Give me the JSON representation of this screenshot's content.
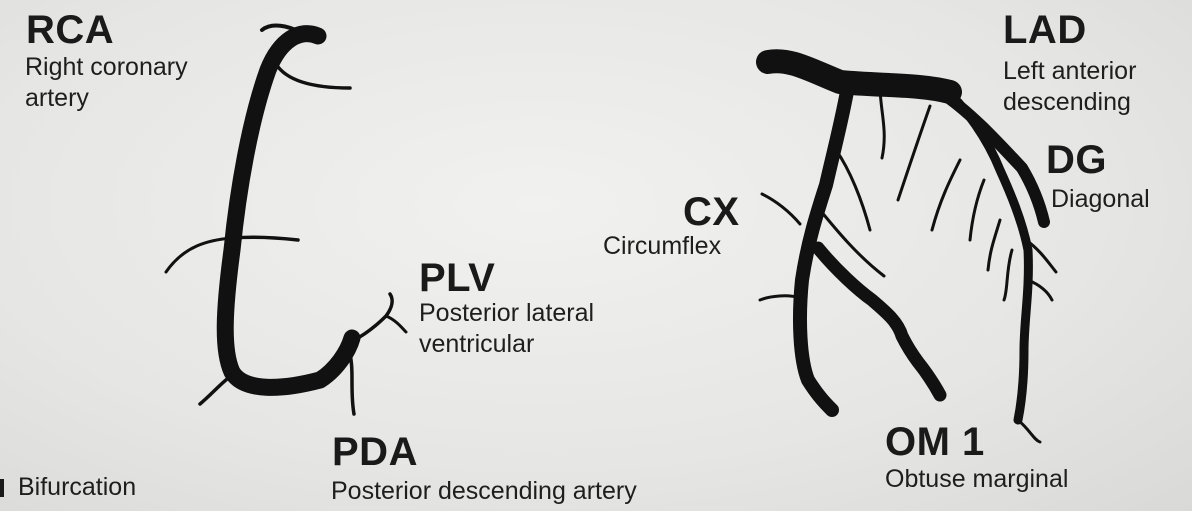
{
  "rca": {
    "abbr": "RCA",
    "full_line1": "Right coronary",
    "full_line2": "artery"
  },
  "lad": {
    "abbr": "LAD",
    "full_line1": "Left anterior",
    "full_line2": "descending"
  },
  "dg": {
    "abbr": "DG",
    "full": "Diagonal"
  },
  "cx": {
    "abbr": "CX",
    "full": "Circumflex"
  },
  "plv": {
    "abbr": "PLV",
    "full_line1": "Posterior lateral",
    "full_line2": "ventricular"
  },
  "pda": {
    "abbr": "PDA",
    "full": "Posterior descending artery"
  },
  "om1": {
    "abbr": "OM 1",
    "full": "Obtuse marginal"
  },
  "legend": {
    "label": "Bifurcation"
  },
  "colors": {
    "vessel": "#111111",
    "background": "#e8e8e6"
  }
}
